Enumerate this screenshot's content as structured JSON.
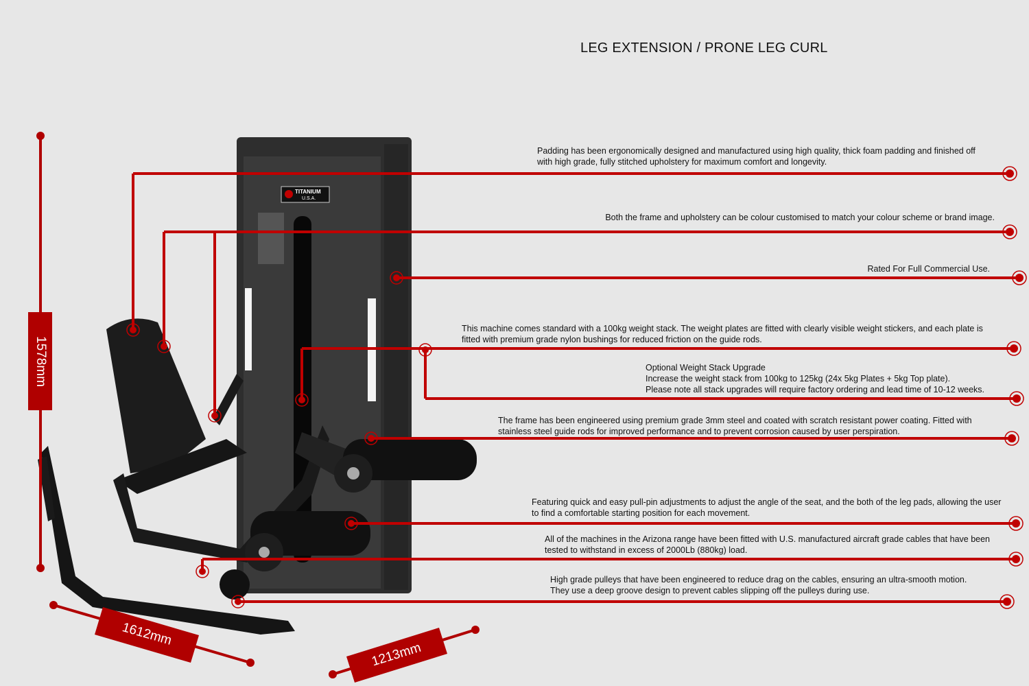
{
  "title": "LEG EXTENSION / PRONE LEG CURL",
  "brand": {
    "name": "TITANIUM",
    "sub": "U.S.A."
  },
  "colors": {
    "accent": "#c00000",
    "background": "#e7e7e7",
    "frame": "#2b2b2b"
  },
  "dimensions": {
    "height": "1578mm",
    "length": "1612mm",
    "width": "1213mm"
  },
  "callouts": [
    {
      "lines": [
        "Padding has been ergonomically designed and manufactured using high quality, thick foam padding and finished off",
        "with high grade, fully stitched upholstery for maximum comfort and longevity."
      ]
    },
    {
      "lines": [
        "Both the frame and upholstery can be colour customised to match your colour scheme or brand image."
      ]
    },
    {
      "lines": [
        "Rated For Full Commercial Use."
      ]
    },
    {
      "lines": [
        "This machine comes standard with a 100kg weight stack. The weight plates are fitted with clearly visible weight stickers, and each plate is",
        "fitted with premium grade nylon bushings for reduced friction on the guide rods."
      ]
    },
    {
      "lines": [
        "Optional Weight Stack Upgrade",
        "Increase the weight stack from 100kg to 125kg (24x 5kg Plates + 5kg Top plate).",
        "Please note all stack upgrades will require factory ordering and lead time of 10-12 weeks."
      ]
    },
    {
      "lines": [
        "The frame has been engineered using premium grade 3mm steel and coated with scratch resistant power coating. Fitted with",
        "stainless steel guide rods for improved performance and to prevent corrosion caused by user perspiration."
      ]
    },
    {
      "lines": [
        "Featuring quick and easy pull-pin adjustments to adjust the angle of the seat, and the both of the leg pads, allowing the user",
        "to find a comfortable starting position for each movement."
      ]
    },
    {
      "lines": [
        "All of the machines in the Arizona range have been fitted with U.S. manufactured aircraft grade cables that have been",
        "tested to withstand in excess of 2000Lb (880kg) load."
      ]
    },
    {
      "lines": [
        "High grade pulleys that have been engineered to reduce drag on the cables, ensuring an ultra-smooth motion.",
        "They use a deep groove design to prevent cables slipping off the pulleys during use."
      ]
    }
  ]
}
